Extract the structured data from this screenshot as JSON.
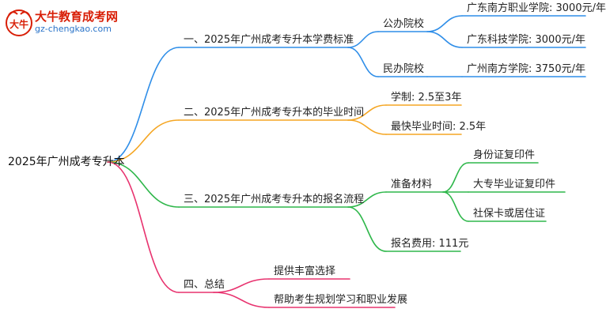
{
  "logo": {
    "title": "大牛教育成考网",
    "url": "gz-chengkao.com",
    "mark_text": "大牛"
  },
  "colors": {
    "branch1": "#2f8ee8",
    "branch2": "#f5a623",
    "branch3": "#2fb74b",
    "branch4": "#e8336f",
    "logo_red": "#d81e06",
    "logo_blue": "#2a74c9"
  },
  "mindmap": {
    "root": "2025年广州成考专升本",
    "branches": [
      {
        "label": "一、2025年广州成考专升本学费标准",
        "children": [
          {
            "label": "公办院校",
            "children": [
              "广东南方职业学院: 3000元/年",
              "广东科技学院: 3000元/年"
            ]
          },
          {
            "label": "民办院校",
            "children": [
              "广州南方学院: 3750元/年"
            ]
          }
        ]
      },
      {
        "label": "二、2025年广州成考专升本的毕业时间",
        "children": [
          {
            "label": "学制: 2.5至3年",
            "children": []
          },
          {
            "label": "最快毕业时间: 2.5年",
            "children": []
          }
        ]
      },
      {
        "label": "三、2025年广州成考专升本的报名流程",
        "children": [
          {
            "label": "准备材料",
            "children": [
              "身份证复印件",
              "大专毕业证复印件",
              "社保卡或居住证"
            ]
          },
          {
            "label": "报名费用: 111元",
            "children": []
          }
        ]
      },
      {
        "label": "四、总结",
        "children": [
          {
            "label": "提供丰富选择",
            "children": []
          },
          {
            "label": "帮助考生规划学习和职业发展",
            "children": []
          }
        ]
      }
    ]
  }
}
